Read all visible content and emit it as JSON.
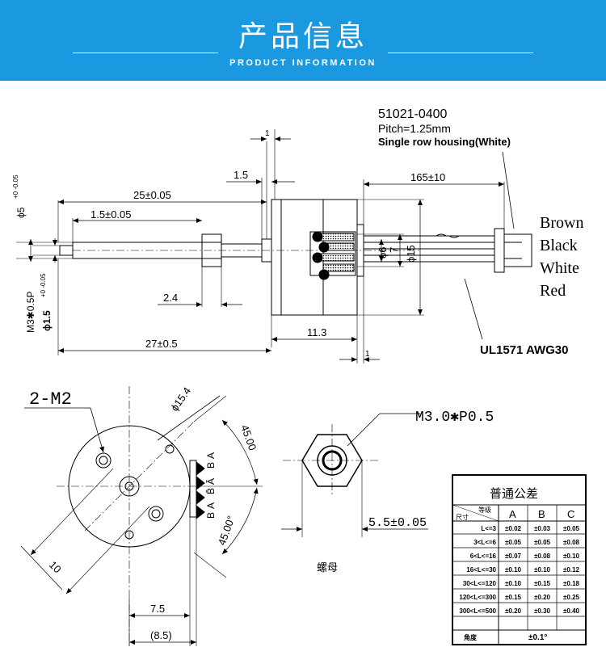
{
  "header": {
    "title": "产品信息",
    "subtitle": "PRODUCT INFORMATION",
    "color": "#1a98e0"
  },
  "side_view": {
    "connector_part": "51021-0400",
    "pitch": "Pitch=1.25mm",
    "housing": "Single row housing(White)",
    "dim_shaft_dia": "ϕ5",
    "dim_shaft_dia_tol": "+0\n-0.05",
    "dim_shaft_len": "25±0.05",
    "dim_thread_len": "1.5±0.05",
    "dim_flange": "1.5",
    "dim_top_1": "1",
    "dim_nut": "2.4",
    "dim_total_len": "27±0.5",
    "dim_body": "11.3",
    "dim_bottom_1": "1",
    "dim_cable_len": "165±10",
    "dim_body_dia": "ϕ15",
    "dim_inner_dia": "ϕ6",
    "dim_7": "7",
    "thread_spec": "M3✱0.5P",
    "tip_dia": "ϕ1.5",
    "tip_dia_tol": "+0\n-0.05",
    "wire_spec": "UL1571 AWG30",
    "wires": [
      "Brown",
      "Black",
      "White",
      "Red"
    ]
  },
  "front_view": {
    "holes_label": "2-M2",
    "dia_label": "ϕ15.4",
    "angle_top": "45.00",
    "angle_bottom": "45.00°",
    "dim_10": "10",
    "dim_7_5": "7.5",
    "dim_8_5": "(8.5)",
    "phase_labels": [
      "B",
      "A",
      "B̄",
      "Ā",
      "B",
      "A"
    ]
  },
  "nut_view": {
    "thread_label": "M3.0✱P0.5",
    "width_label": "5.5±0.05",
    "caption": "螺母"
  },
  "tolerance_table": {
    "title": "普通公差",
    "header_corner_top": "等级",
    "header_corner_bottom": "尺寸",
    "columns": [
      "A",
      "B",
      "C"
    ],
    "rows": [
      {
        "range": "L<=3",
        "values": [
          "±0.02",
          "±0.03",
          "±0.05"
        ]
      },
      {
        "range": "3<L<=6",
        "values": [
          "±0.05",
          "±0.05",
          "±0.08"
        ]
      },
      {
        "range": "6<L<=16",
        "values": [
          "±0.07",
          "±0.08",
          "±0.10"
        ]
      },
      {
        "range": "16<L<=30",
        "values": [
          "±0.10",
          "±0.10",
          "±0.12"
        ]
      },
      {
        "range": "30<L<=120",
        "values": [
          "±0.10",
          "±0.15",
          "±0.18"
        ]
      },
      {
        "range": "120<L<=300",
        "values": [
          "±0.15",
          "±0.20",
          "±0.25"
        ]
      },
      {
        "range": "300<L<=500",
        "values": [
          "±0.20",
          "±0.30",
          "±0.40"
        ]
      }
    ],
    "angle_label": "角度",
    "angle_value": "±0.1°"
  }
}
